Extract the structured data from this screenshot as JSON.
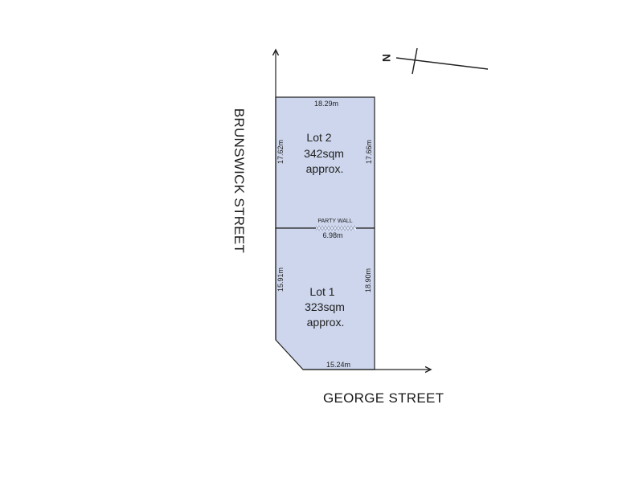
{
  "streets": {
    "west": "BRUNSWICK STREET",
    "south": "GEORGE STREET"
  },
  "north_arrow": {
    "label": "N"
  },
  "lots": [
    {
      "name": "Lot 2",
      "area": "342sqm",
      "note": "approx."
    },
    {
      "name": "Lot 1",
      "area": "323sqm",
      "note": "approx."
    }
  ],
  "dimensions": {
    "lot2_top": "18.29m",
    "lot2_left": "17.62m",
    "lot2_right": "17.66m",
    "party_wall_length": "6.98m",
    "lot1_left": "15.91m",
    "lot1_right": "18.90m",
    "lot1_bottom": "15.24m"
  },
  "party_wall": {
    "label": "PARTY WALL"
  },
  "colors": {
    "lot_fill": "#cdd6ec",
    "boundary": "#222222",
    "party_wall_hatch": "#9aa7c4"
  }
}
